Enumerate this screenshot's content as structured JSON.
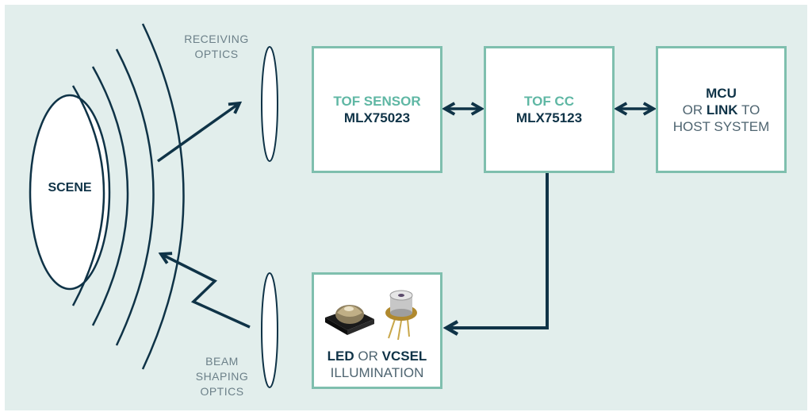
{
  "scene": {
    "label": "SCENE"
  },
  "receiving_optics": {
    "line1": "RECEIVING",
    "line2": "OPTICS"
  },
  "beam_shaping_optics": {
    "line1": "BEAM",
    "line2": "SHAPING",
    "line3": "OPTICS"
  },
  "tof_sensor": {
    "title": "TOF SENSOR",
    "part": "MLX75023"
  },
  "tof_cc": {
    "title": "TOF CC",
    "part": "MLX75123"
  },
  "mcu": {
    "title": "MCU",
    "or": "OR",
    "link": "LINK",
    "to": "TO",
    "host": "HOST SYSTEM"
  },
  "illumination": {
    "led": "LED",
    "or": "OR",
    "vcsel": "VCSEL",
    "label": "ILLUMINATION",
    "images": [
      "led-component-icon",
      "vcsel-laser-diode-icon"
    ]
  },
  "colors": {
    "panel": "#e2eeec",
    "box_border": "#7fbfae",
    "accent": "#5fb7a4",
    "dark": "#0f3347"
  }
}
